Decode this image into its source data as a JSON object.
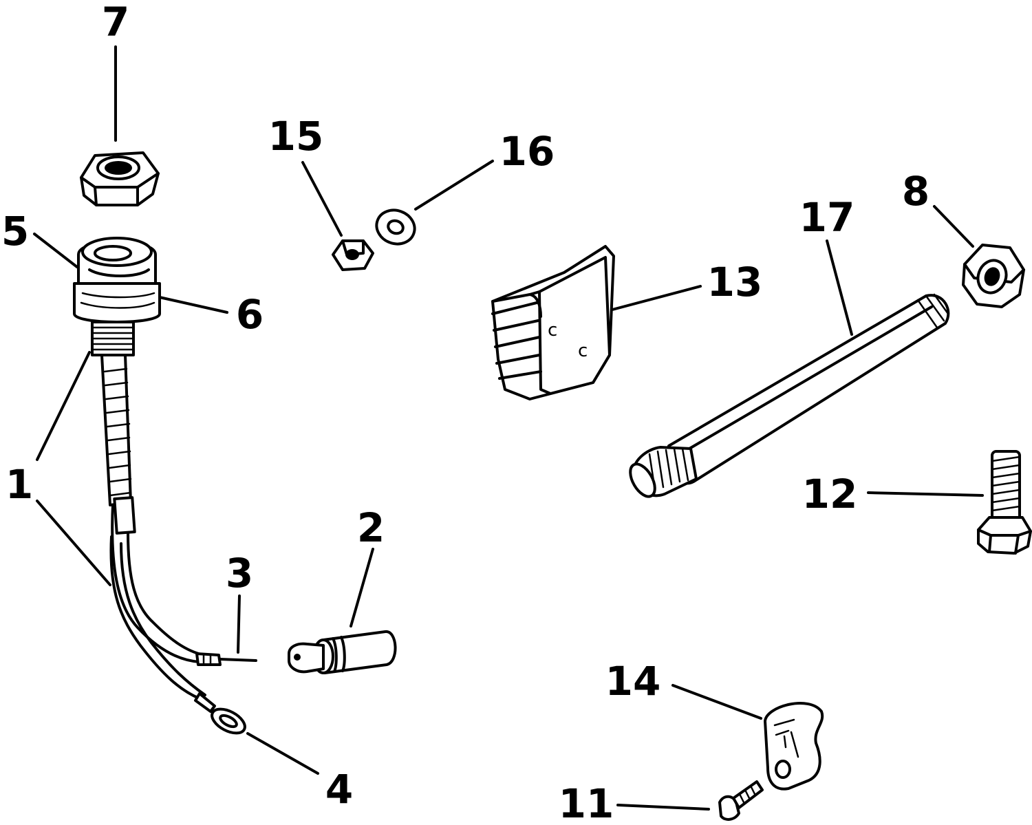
{
  "callouts": {
    "c1": "1",
    "c2": "2",
    "c3": "3",
    "c4": "4",
    "c5": "5",
    "c6": "6",
    "c7": "7",
    "c8": "8",
    "c11": "11",
    "c12": "12",
    "c13": "13",
    "c14": "14",
    "c15": "15",
    "c16": "16",
    "c17": "17"
  }
}
